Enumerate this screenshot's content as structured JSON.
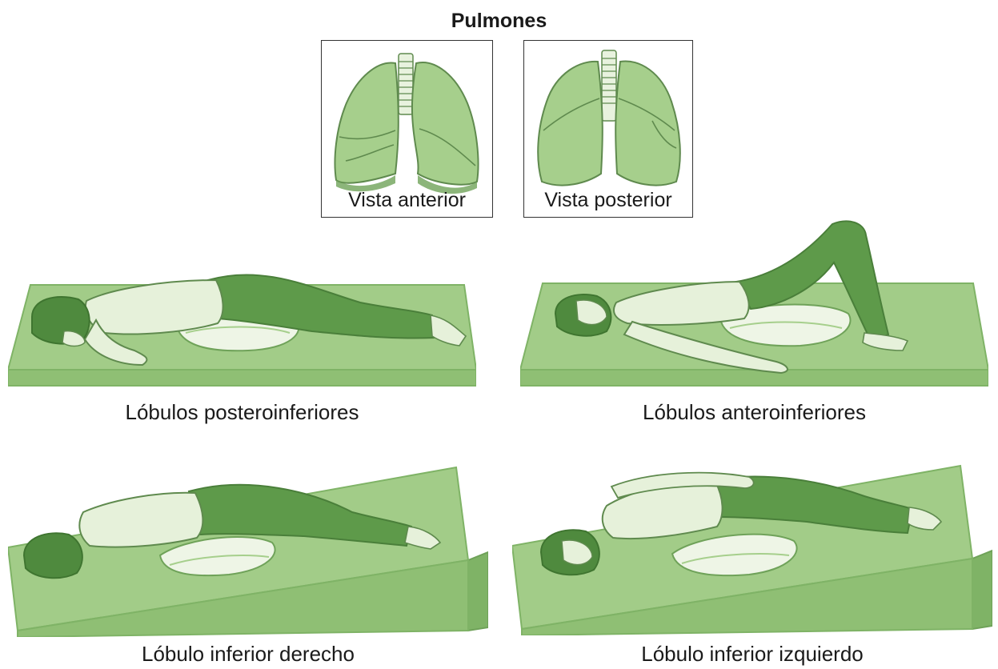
{
  "title": "Pulmones",
  "lung_views": [
    {
      "label": "Vista anterior"
    },
    {
      "label": "Vista posterior"
    }
  ],
  "positions": [
    {
      "label": "Lóbulos posteroinferiores"
    },
    {
      "label": "Lóbulos anteroinferiores"
    },
    {
      "label": "Lóbulo inferior derecho"
    },
    {
      "label": "Lóbulo inferior izquierdo"
    }
  ],
  "colors": {
    "lung_fill": "#a6cf8c",
    "lung_stroke": "#5f8a4e",
    "table_top": "#a2cc88",
    "table_edge": "#7fb366",
    "table_side": "#8fbf74",
    "pants": "#5e9a4a",
    "skin": "#e6f1da",
    "hair": "#4f8a3e",
    "pillow": "#eef5e6"
  }
}
